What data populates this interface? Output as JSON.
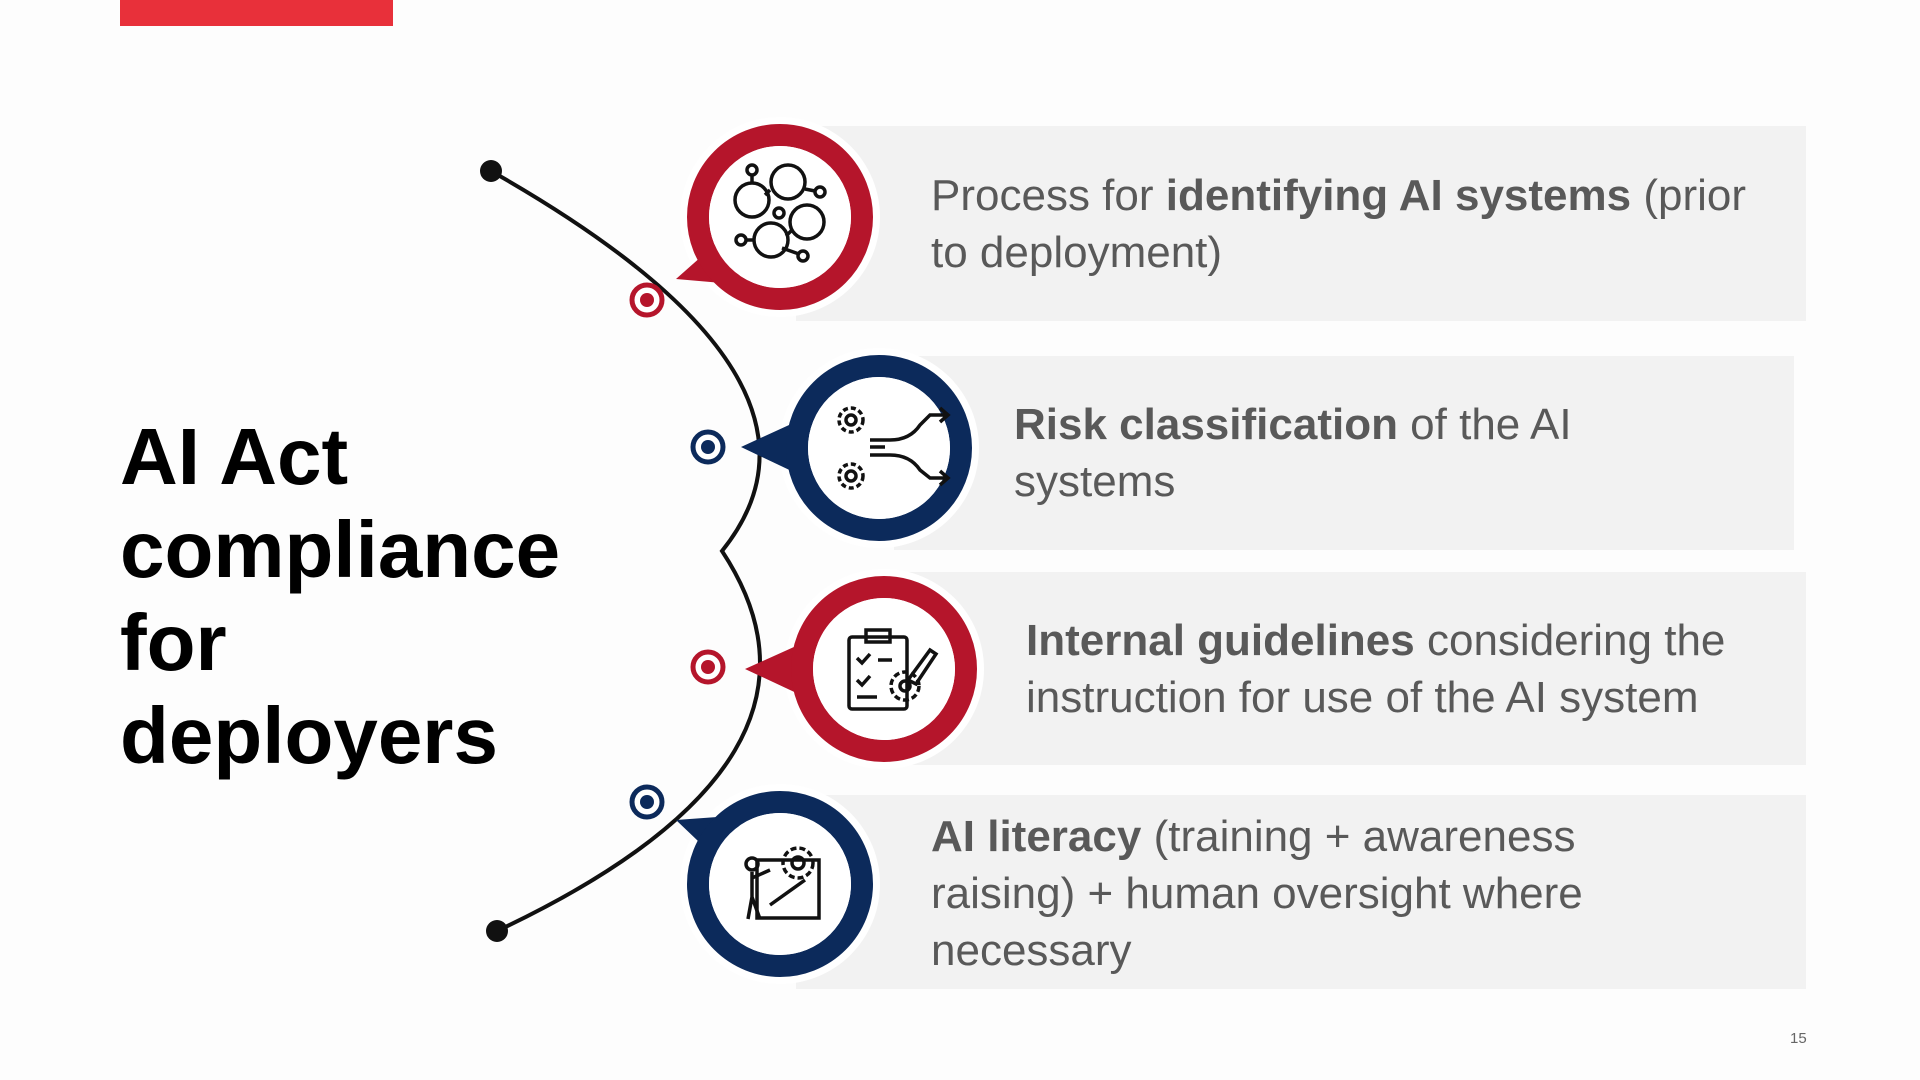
{
  "slide": {
    "title_lines": [
      "AI Act",
      "compliance",
      "for",
      "deployers"
    ],
    "page_number": "15"
  },
  "colors": {
    "red": "#b5152b",
    "navy": "#0c2a5b",
    "accent_bar": "#e8303a",
    "panel": "#f2f2f2",
    "text": "#595959"
  },
  "items": [
    {
      "icon": "network-people-icon",
      "pre": "Process for ",
      "bold": "identifying AI systems",
      "post": " (prior to deployment)"
    },
    {
      "icon": "gears-arrows-icon",
      "pre": "",
      "bold": "Risk classification",
      "post": " of the AI systems"
    },
    {
      "icon": "clipboard-gear-icon",
      "pre": "",
      "bold": "Internal guidelines",
      "post": " considering the instruction for use of the AI system"
    },
    {
      "icon": "person-gear-icon",
      "pre": "",
      "bold": "AI literacy",
      "post": " (training + awareness raising) + human oversight where necessary"
    }
  ]
}
